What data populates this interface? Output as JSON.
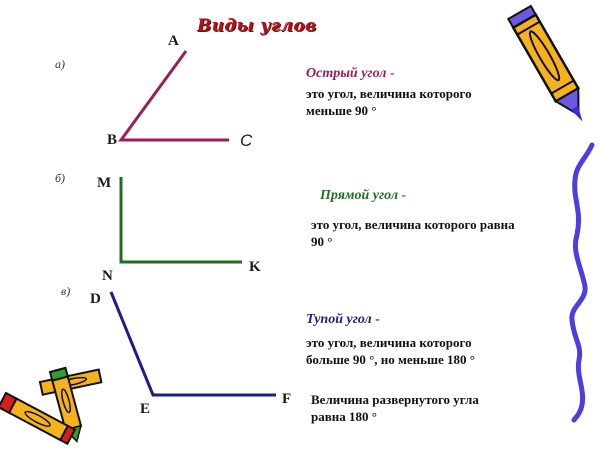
{
  "title": "Виды углов",
  "colors": {
    "title": "#b3121b",
    "acute": "#9b1d5b",
    "right": "#1f6e1f",
    "obtuse": "#1c1c8c",
    "wave": "#4b3fe0",
    "pencil_body": "#f5b21c"
  },
  "sections": [
    {
      "label": "а)",
      "points": {
        "vertex": "B",
        "arm1": "A",
        "arm2": "C"
      },
      "heading": "Острый угол",
      "dash": "-",
      "definition_line1": "это угол, величина которого",
      "definition_line2": "меньше 90 °"
    },
    {
      "label": "б)",
      "points": {
        "vertex": "N",
        "arm1": "M",
        "arm2": "K"
      },
      "heading": "Прямой угол",
      "dash": "-",
      "definition_line1": "это угол, величина которого равна",
      "definition_line2": "90 °"
    },
    {
      "label": "в)",
      "points": {
        "vertex": "E",
        "arm1": "D",
        "arm2": "F"
      },
      "heading": "Тупой угол",
      "dash": "-",
      "definition_line1": "это угол, величина которого",
      "definition_line2": "больше 90 °, но меньше 180 °"
    }
  ],
  "straight_angle_note": {
    "line1": "Величина развернутого угла",
    "line2": "равна 180 °"
  },
  "decorations": [
    "pencil-icon",
    "wavy-line",
    "crayons-icon"
  ]
}
